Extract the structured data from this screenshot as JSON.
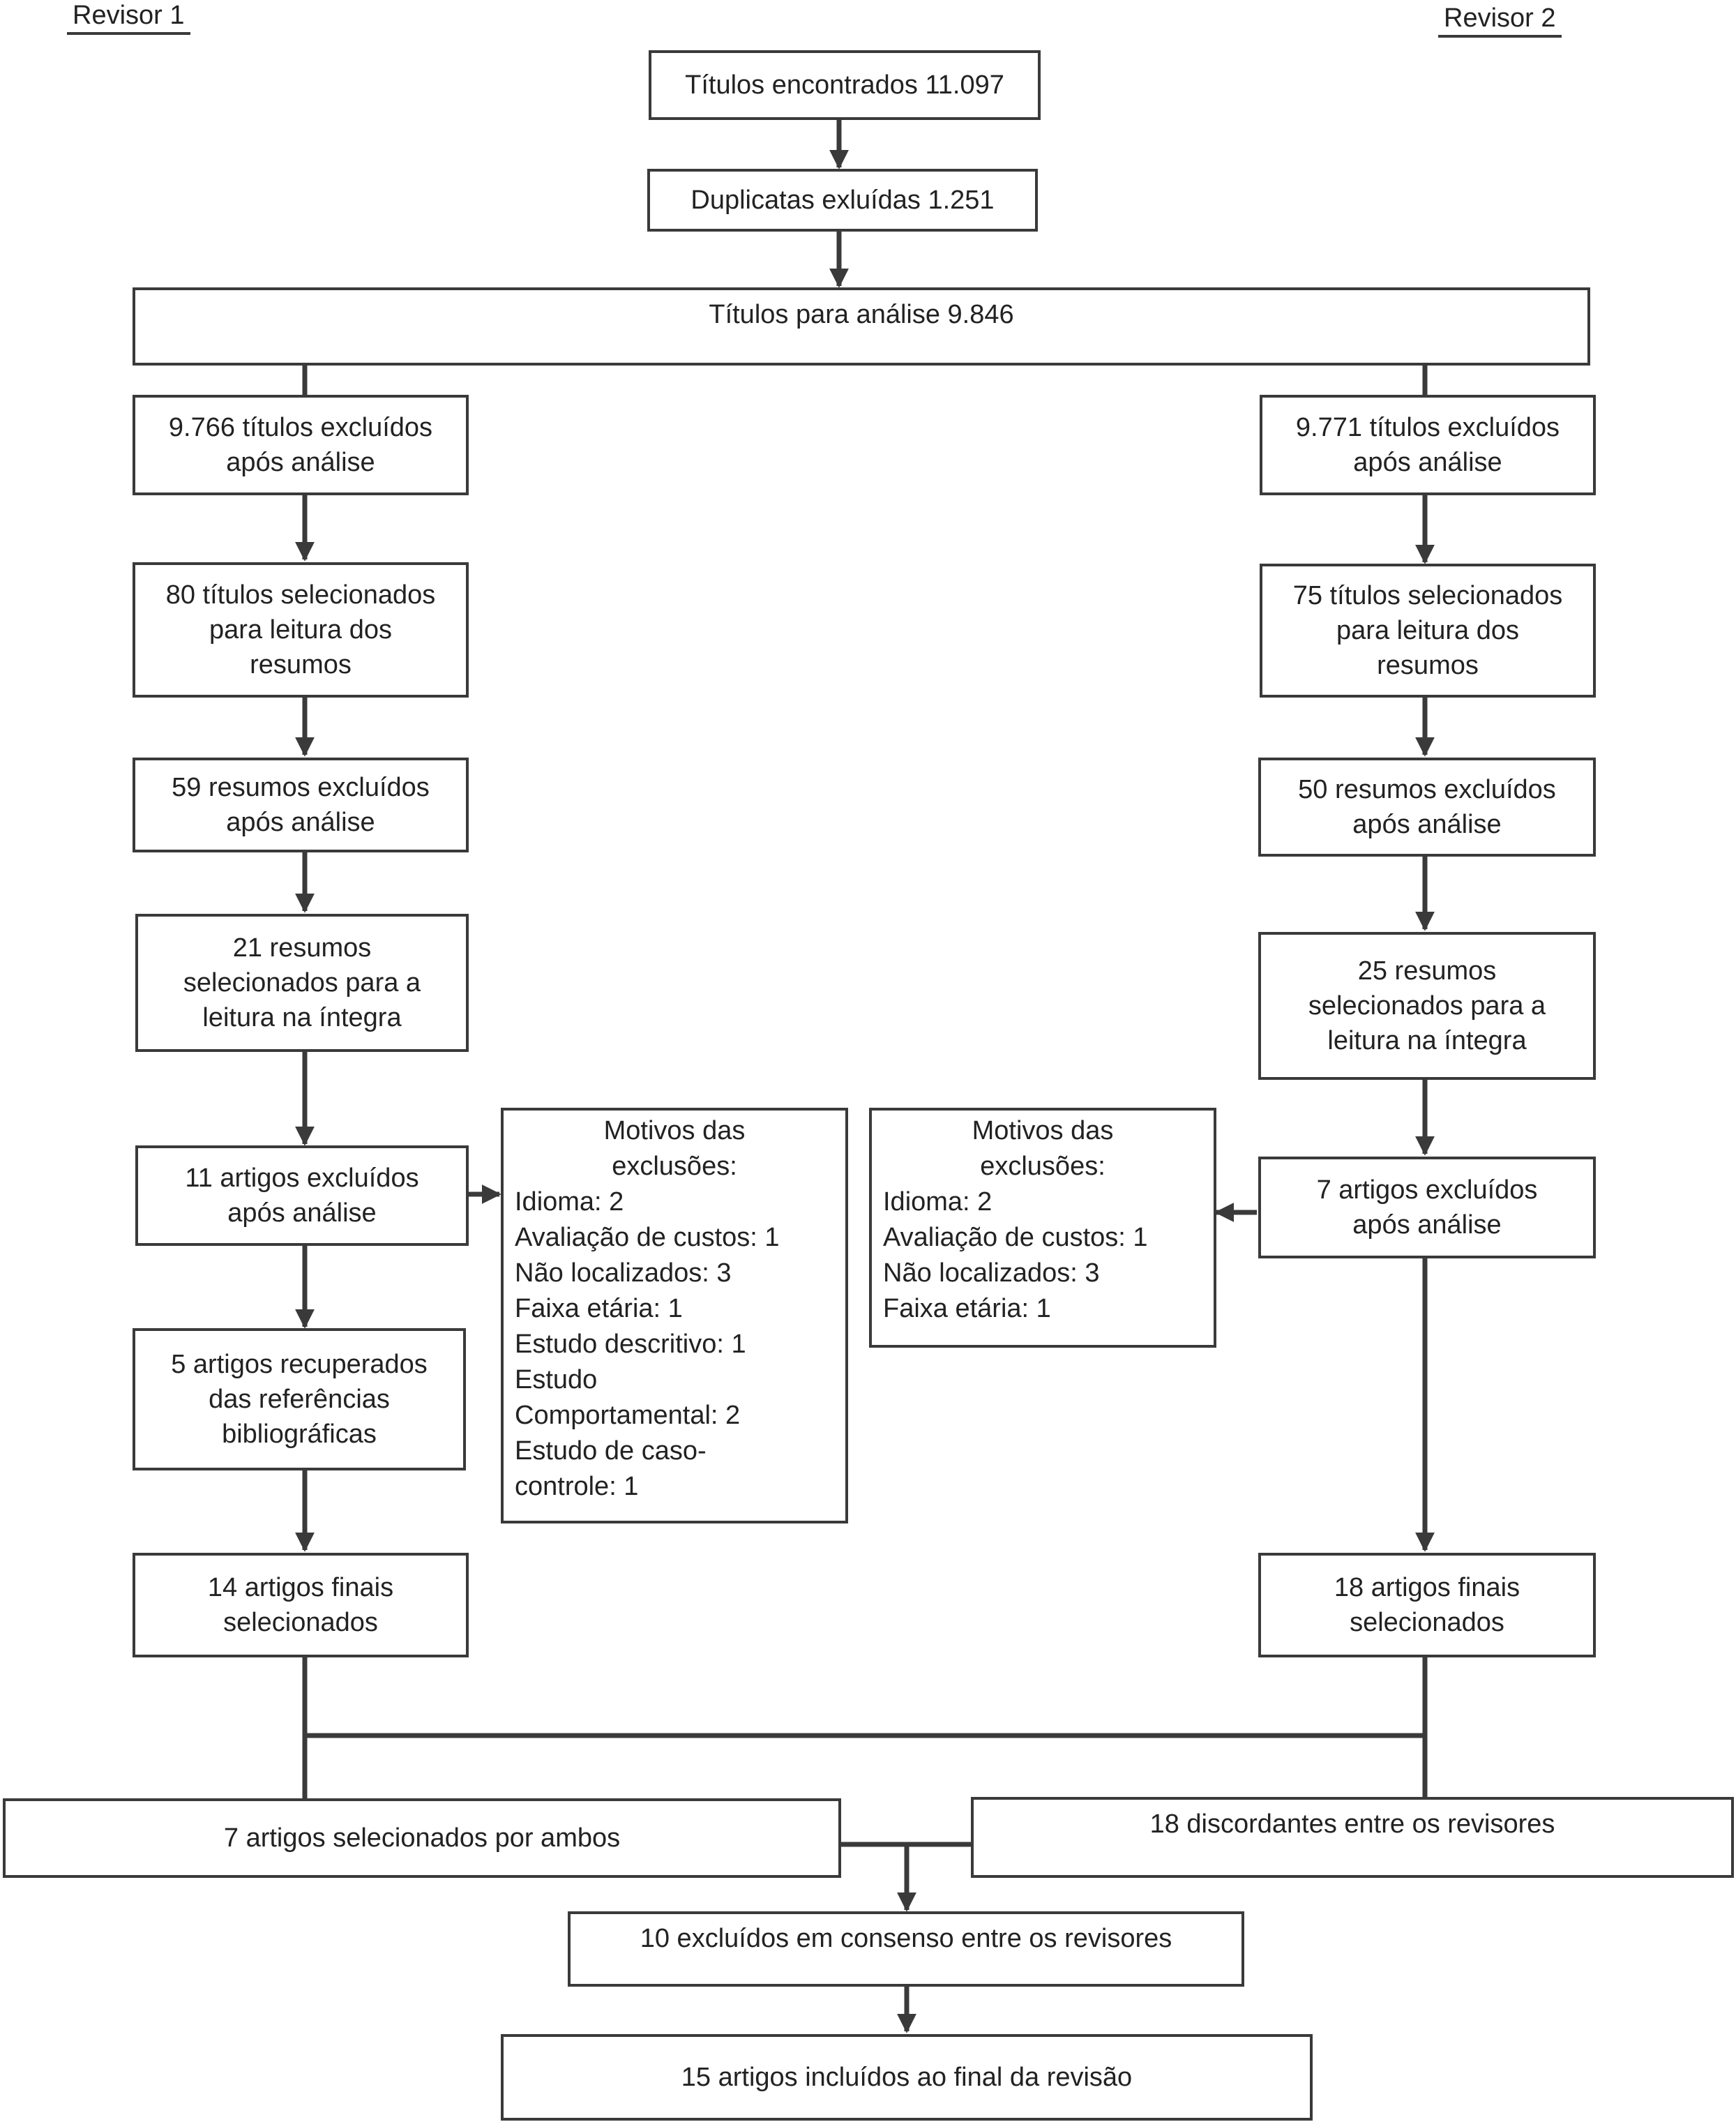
{
  "reviewers": {
    "r1": "Revisor 1",
    "r2": "Revisor 2"
  },
  "boxes": {
    "found": "Títulos encontrados 11.097",
    "duplicates": "Duplicatas exluídas 1.251",
    "for_analysis": "Títulos para análise 9.846",
    "r1_titles_excluded": [
      "9.766 títulos excluídos",
      "após análise"
    ],
    "r2_titles_excluded": [
      "9.771 títulos excluídos",
      "após análise"
    ],
    "r1_titles_selected": [
      "80 títulos selecionados",
      "para leitura dos",
      "resumos"
    ],
    "r2_titles_selected": [
      "75 títulos selecionados",
      "para leitura dos",
      "resumos"
    ],
    "r1_abstracts_excluded": [
      "59 resumos excluídos",
      "após análise"
    ],
    "r2_abstracts_excluded": [
      "50 resumos excluídos",
      "após análise"
    ],
    "r1_abstracts_selected": [
      "21 resumos",
      "selecionados para a",
      "leitura na íntegra"
    ],
    "r2_abstracts_selected": [
      "25 resumos",
      "selecionados para a",
      "leitura na íntegra"
    ],
    "r1_articles_excluded": [
      "11 artigos excluídos",
      "após análise"
    ],
    "r2_articles_excluded": [
      "7 artigos excluídos",
      "após análise"
    ],
    "r1_recovered": [
      "5 artigos recuperados",
      "das referências",
      "bibliográficas"
    ],
    "r1_final": [
      "14 artigos finais",
      "selecionados"
    ],
    "r2_final": [
      "18 artigos finais",
      "selecionados"
    ],
    "both": "7 artigos selecionados por ambos",
    "discordant": "18 discordantes entre os revisores",
    "consensus_excluded": "10 excluídos em consenso entre os revisores",
    "included": "15 artigos incluídos ao final da revisão"
  },
  "reasons_r1": {
    "heading": [
      "Motivos das",
      "exclusões:"
    ],
    "items": [
      "Idioma: 2",
      "Avaliação de custos: 1",
      "Não localizados: 3",
      "Faixa etária: 1",
      "Estudo descritivo: 1",
      "Estudo",
      "Comportamental: 2",
      "Estudo de caso-",
      "controle: 1"
    ]
  },
  "reasons_r2": {
    "heading": [
      "Motivos das",
      "exclusões:"
    ],
    "items": [
      "Idioma: 2",
      "Avaliação de custos: 1",
      "Não localizados: 3",
      "Faixa etária: 1"
    ]
  }
}
